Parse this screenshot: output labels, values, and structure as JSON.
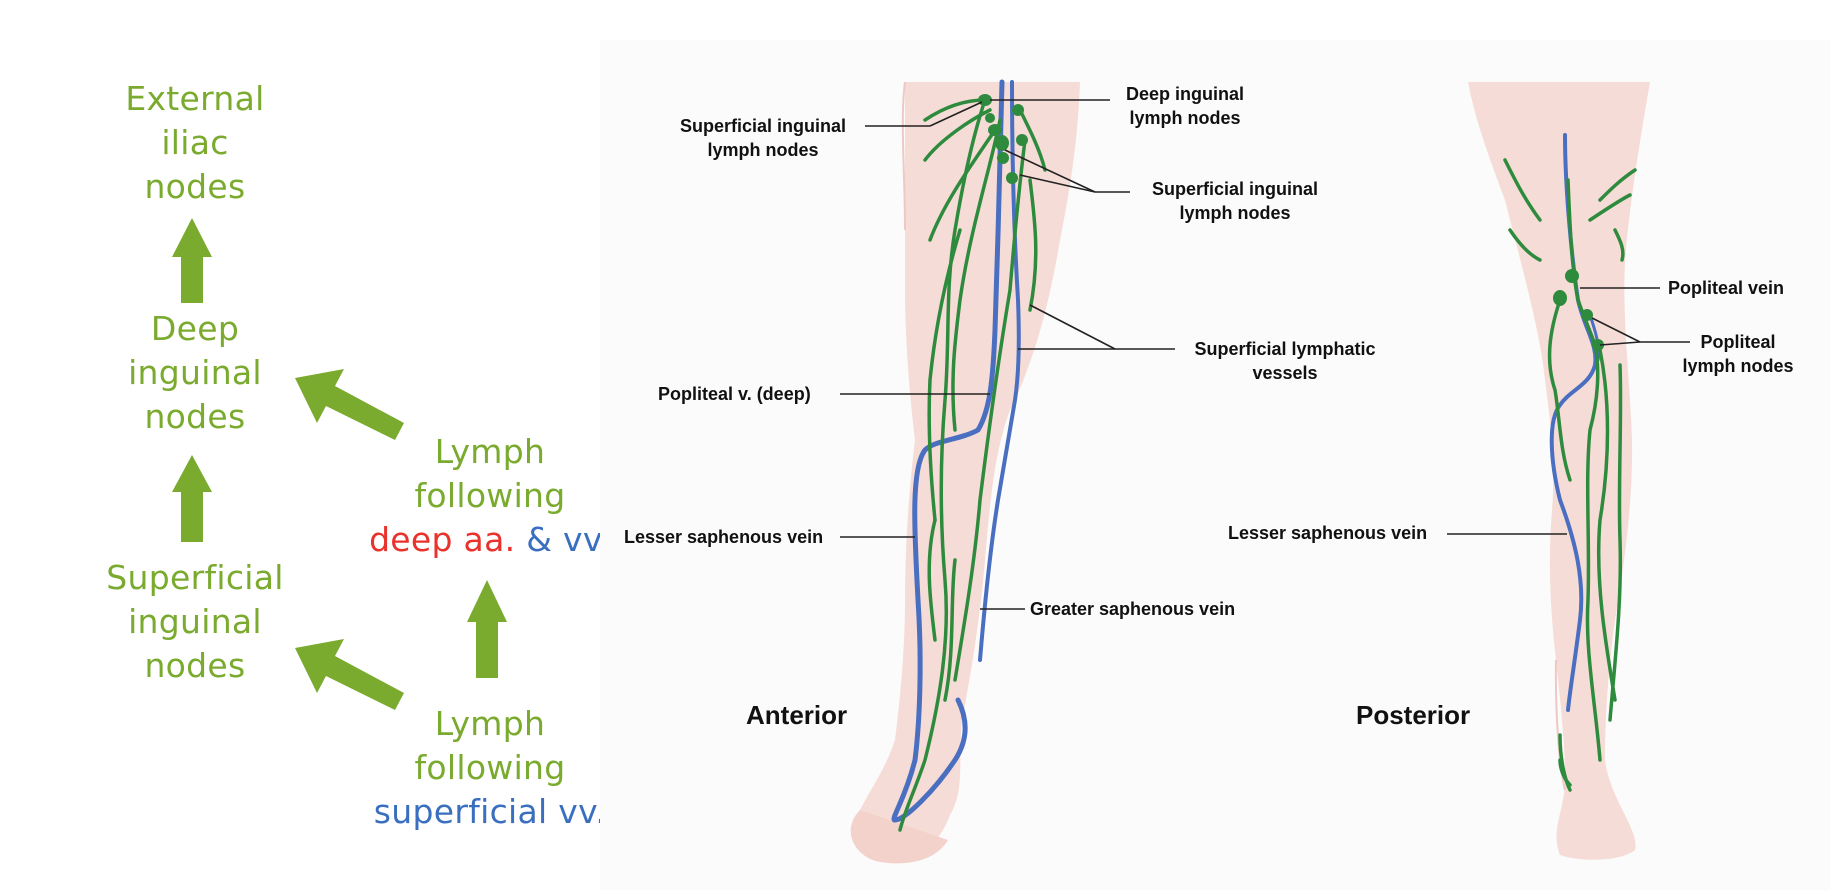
{
  "flow": {
    "external_iliac": [
      "External",
      "iliac",
      "nodes"
    ],
    "deep_inguinal": [
      "Deep",
      "inguinal",
      "nodes"
    ],
    "superficial_inguinal": [
      "Superficial",
      "inguinal",
      "nodes"
    ],
    "lymph_deep": {
      "line1": "Lymph",
      "line2": "following",
      "deep_aa": "deep aa.",
      "amp": "&",
      "vv": "vv."
    },
    "lymph_superficial": {
      "line1": "Lymph",
      "line2": "following",
      "line3": "superficial vv."
    }
  },
  "anterior": {
    "view_label": "Anterior",
    "labels": {
      "superficial_inguinal_left": [
        "Superficial inguinal",
        "lymph nodes"
      ],
      "deep_inguinal": [
        "Deep inguinal",
        "lymph nodes"
      ],
      "superficial_inguinal_right": [
        "Superficial inguinal",
        "lymph nodes"
      ],
      "superficial_lymphatic": [
        "Superficial lymphatic",
        "vessels"
      ],
      "popliteal_deep": "Popliteal v. (deep)",
      "lesser_saphenous": "Lesser saphenous vein",
      "greater_saphenous": "Greater saphenous vein"
    }
  },
  "posterior": {
    "view_label": "Posterior",
    "labels": {
      "popliteal_vein": "Popliteal vein",
      "popliteal_nodes": [
        "Popliteal",
        "lymph nodes"
      ],
      "lesser_saphenous": "Lesser saphenous vein"
    }
  },
  "colors": {
    "flow_green": "#7aaa2e",
    "deep_red": "#e8322b",
    "vein_blue": "#3a6fbf",
    "vein_fill": "#5a7fc8",
    "lymph_green": "#2e8b3e",
    "skin": "#f6dcd6"
  }
}
